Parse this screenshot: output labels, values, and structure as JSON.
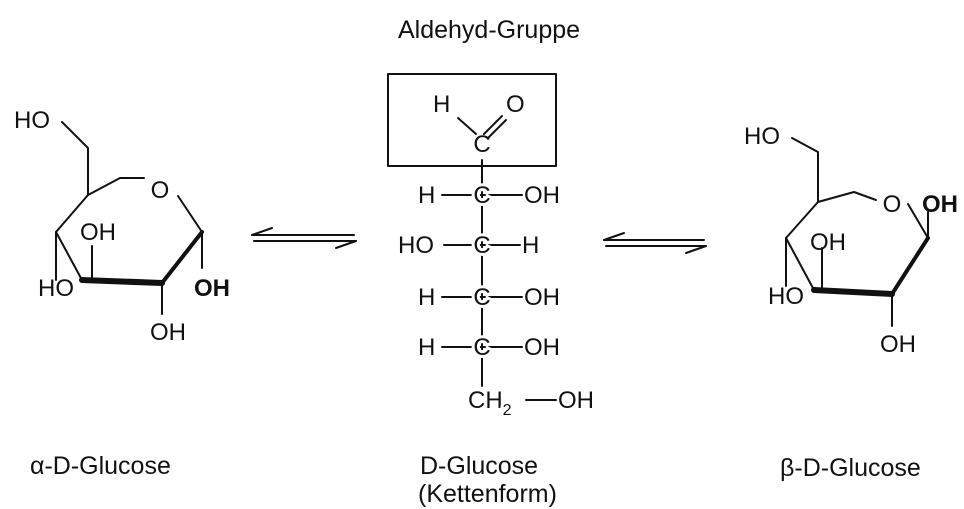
{
  "header": {
    "title": "Aldehyd-Gruppe"
  },
  "alpha": {
    "caption": "α-D-Glucose",
    "labels": {
      "ho_top": "HO",
      "ring_o": "O",
      "oh_inner": "OH",
      "ho_bottom": "HO",
      "oh_anomeric": "OH",
      "oh_bottom": "OH"
    }
  },
  "chain": {
    "caption_line1": "D-Glucose",
    "caption_line2": "(Kettenform)",
    "aldehyde": {
      "h": "H",
      "o": "O",
      "c": "C"
    },
    "rows": [
      {
        "left": "H",
        "center": "C",
        "right": "OH"
      },
      {
        "left": "HO",
        "center": "C",
        "right": "H"
      },
      {
        "left": "H",
        "center": "C",
        "right": "OH"
      },
      {
        "left": "H",
        "center": "C",
        "right": "OH"
      }
    ],
    "bottom": {
      "ch": "CH",
      "sub": "2",
      "oh": "OH"
    }
  },
  "beta": {
    "caption": "β-D-Glucose",
    "labels": {
      "ho_top": "HO",
      "ring_o": "O",
      "oh_anomeric": "OH",
      "oh_inner": "OH",
      "ho_bottom": "HO",
      "oh_bottom": "OH"
    }
  },
  "colors": {
    "ink": "#111111",
    "background": "#ffffff"
  }
}
